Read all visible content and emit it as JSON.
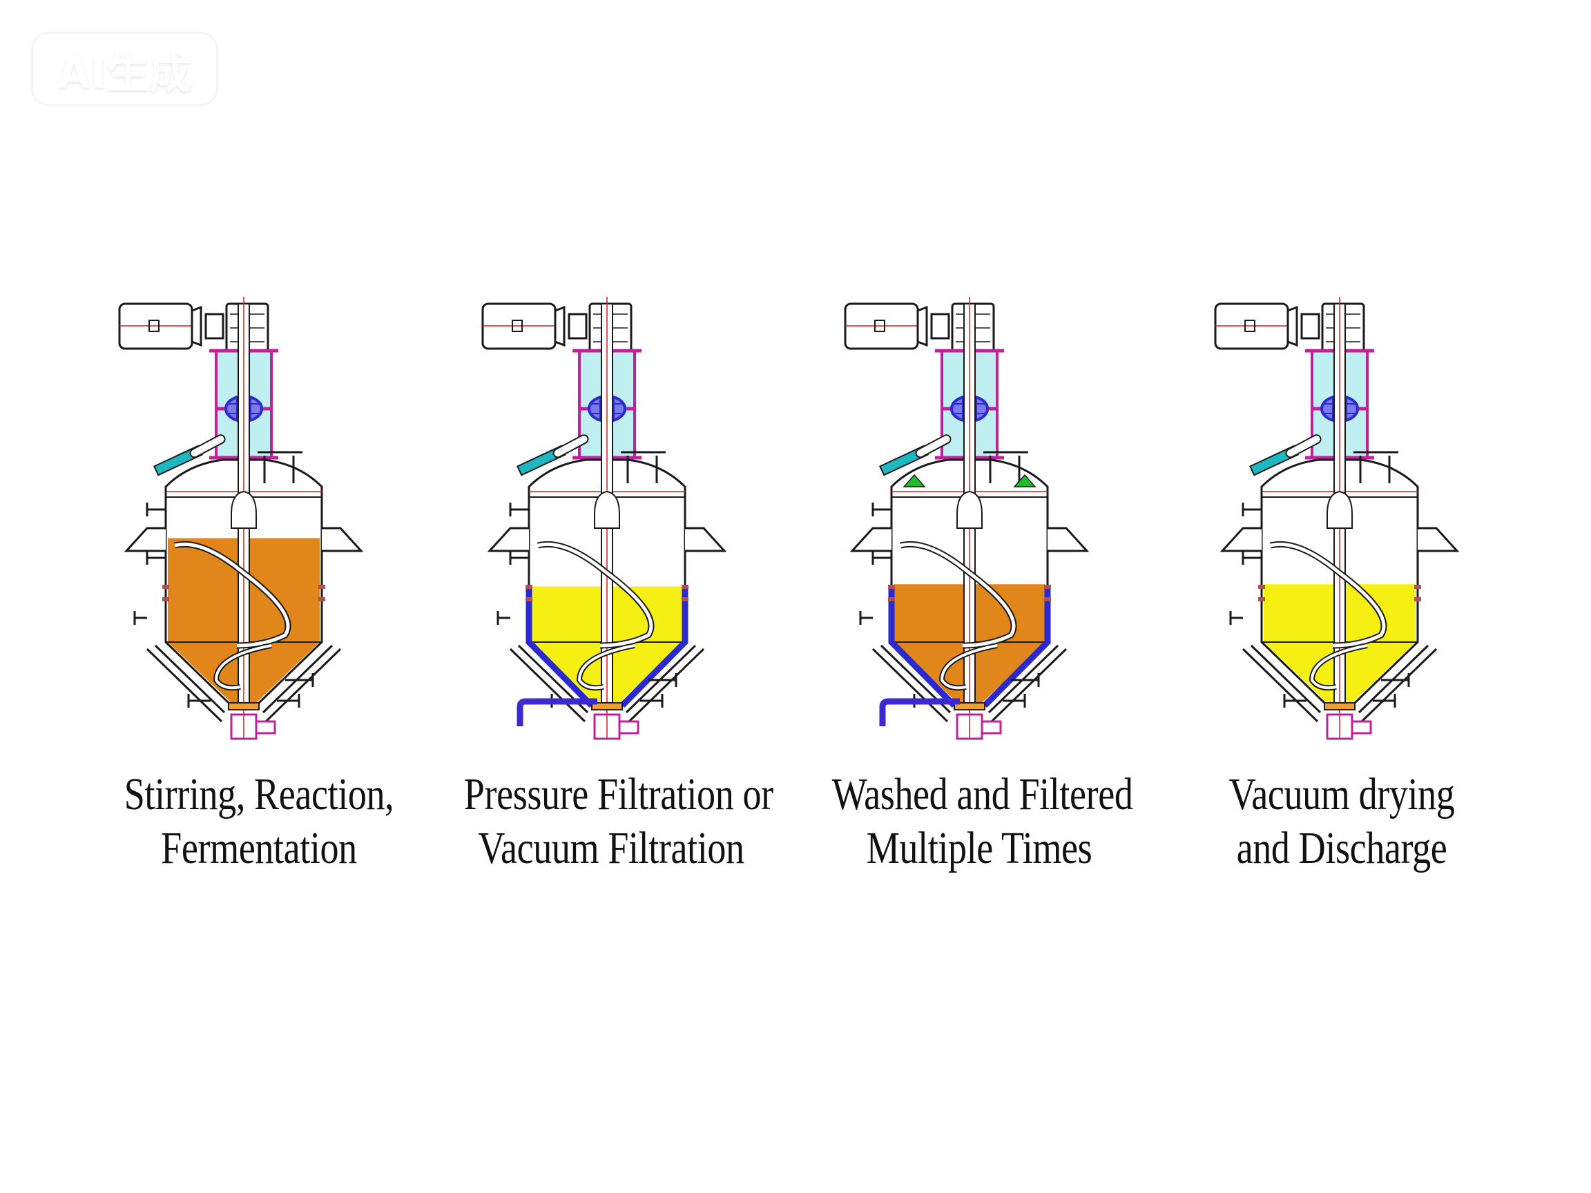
{
  "watermark": "AI生成",
  "colors": {
    "outline": "#1a1a1a",
    "magenta": "#c0209a",
    "cyan": "#bfeff0",
    "blue": "#2a2ad0",
    "orange": "#e0861a",
    "yellow": "#f5ef14",
    "green": "#1fbf2a",
    "pipe": "#3b2ad0",
    "red": "#d02020",
    "teal": "#20b8c0"
  },
  "vessels": [
    {
      "step": "Stirring, Reaction, Fermentation",
      "liquid_color": "#e0861a",
      "fill_level": 0.75,
      "jacket": false,
      "pipe": false,
      "triangles": false
    },
    {
      "step": "Pressure Filtration or Vacuum Filtration",
      "liquid_color": "#f5ef14",
      "fill_level": 0.53,
      "jacket": true,
      "pipe": true,
      "triangles": false
    },
    {
      "step": "Washed and Filtered Multiple Times",
      "liquid_color": "#e0861a",
      "fill_level": 0.54,
      "jacket": true,
      "pipe": true,
      "triangles": true
    },
    {
      "step": "Vacuum drying and Discharge",
      "liquid_color": "#f5ef14",
      "fill_level": 0.54,
      "jacket": false,
      "pipe": false,
      "triangles": false
    }
  ],
  "captions": [
    {
      "line1": "Stirring, Reaction,",
      "line2": "Fermentation"
    },
    {
      "line1": "Pressure Filtration or",
      "line2": "Vacuum Filtration"
    },
    {
      "line1": "Washed and Filtered",
      "line2": "Multiple Times"
    },
    {
      "line1": "Vacuum drying",
      "line2": "and Discharge"
    }
  ]
}
